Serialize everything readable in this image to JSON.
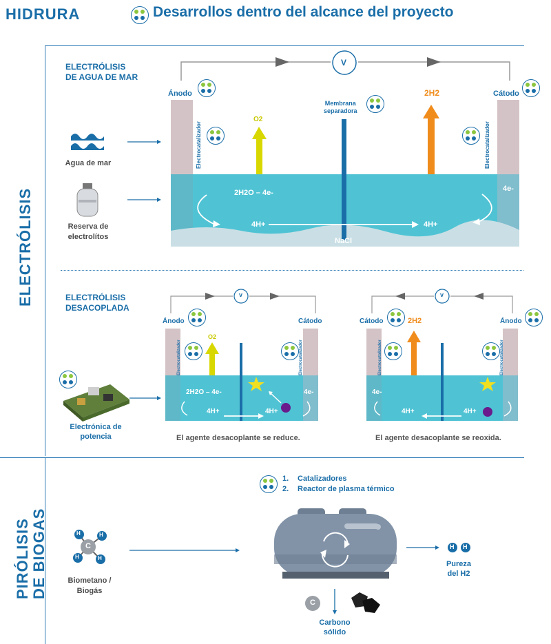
{
  "brand": {
    "logo": "HIDRURA"
  },
  "header": {
    "title": "Desarrollos dentro del alcance del proyecto"
  },
  "sections": {
    "electrolisis": "ELECTRÓLISIS",
    "pirolisis_line1": "PIRÓLISIS",
    "pirolisis_line2": "DE BIOGAS"
  },
  "seawater": {
    "heading_line1": "ELECTRÓLISIS",
    "heading_line2": "DE AGUA DE MAR",
    "voltmeter": "V",
    "anode": "Ánodo",
    "cathode": "Cátodo",
    "membrane_line1": "Membrana",
    "membrane_line2": "separadora",
    "electrocatalyst": "Electrocatalizador",
    "o2": "O2",
    "h2": "2H2",
    "reaction": "2H2O – 4e-",
    "h_left": "4H+",
    "h_right": "4H+",
    "e_right": "4e-",
    "salt": "NaCl",
    "input1": "Agua de mar",
    "input2_line1": "Reserva de",
    "input2_line2": "electrolítos"
  },
  "decoupled": {
    "heading_line1": "ELECTRÓLISIS",
    "heading_line2": "DESACOPLADA",
    "power_line1": "Electrónica de",
    "power_line2": "potencia",
    "voltmeter": "v",
    "left_cell": {
      "anode": "Ánodo",
      "cathode": "Cátodo",
      "electrocatalyst": "Electrocatalizador",
      "o2": "O2",
      "reaction": "2H2O – 4e-",
      "e": "4e-",
      "h1": "4H+",
      "h2": "4H+",
      "caption": "El agente desacoplante se reduce."
    },
    "right_cell": {
      "anode": "Ánodo",
      "cathode": "Cátodo",
      "electrocatalyst": "Electrocatalizador",
      "h2gas": "2H2",
      "e": "4e-",
      "h1": "4H+",
      "h2": "4H+",
      "caption": "El agente desacoplante se reoxida."
    }
  },
  "pyrolysis": {
    "item1_num": "1.",
    "item1": "Catalizadores",
    "item2_num": "2.",
    "item2": "Reactor de plasma térmico",
    "input_line1": "Biometano /",
    "input_line2": "Biogás",
    "carbon_symbol": "C",
    "output_c_line1": "Carbono",
    "output_c_line2": "sólido",
    "h_symbol": "H",
    "output_h_line1": "Pureza",
    "output_h_line2": "del H2"
  },
  "colors": {
    "primary": "#1a6ea8",
    "green": "#8cc63f",
    "water": "#4fc3d4",
    "electrode": "#d4c3c6",
    "o2": "#d8d800",
    "h2": "#f08c1c",
    "star": "#f0e020",
    "agent": "#6a1b8c"
  }
}
